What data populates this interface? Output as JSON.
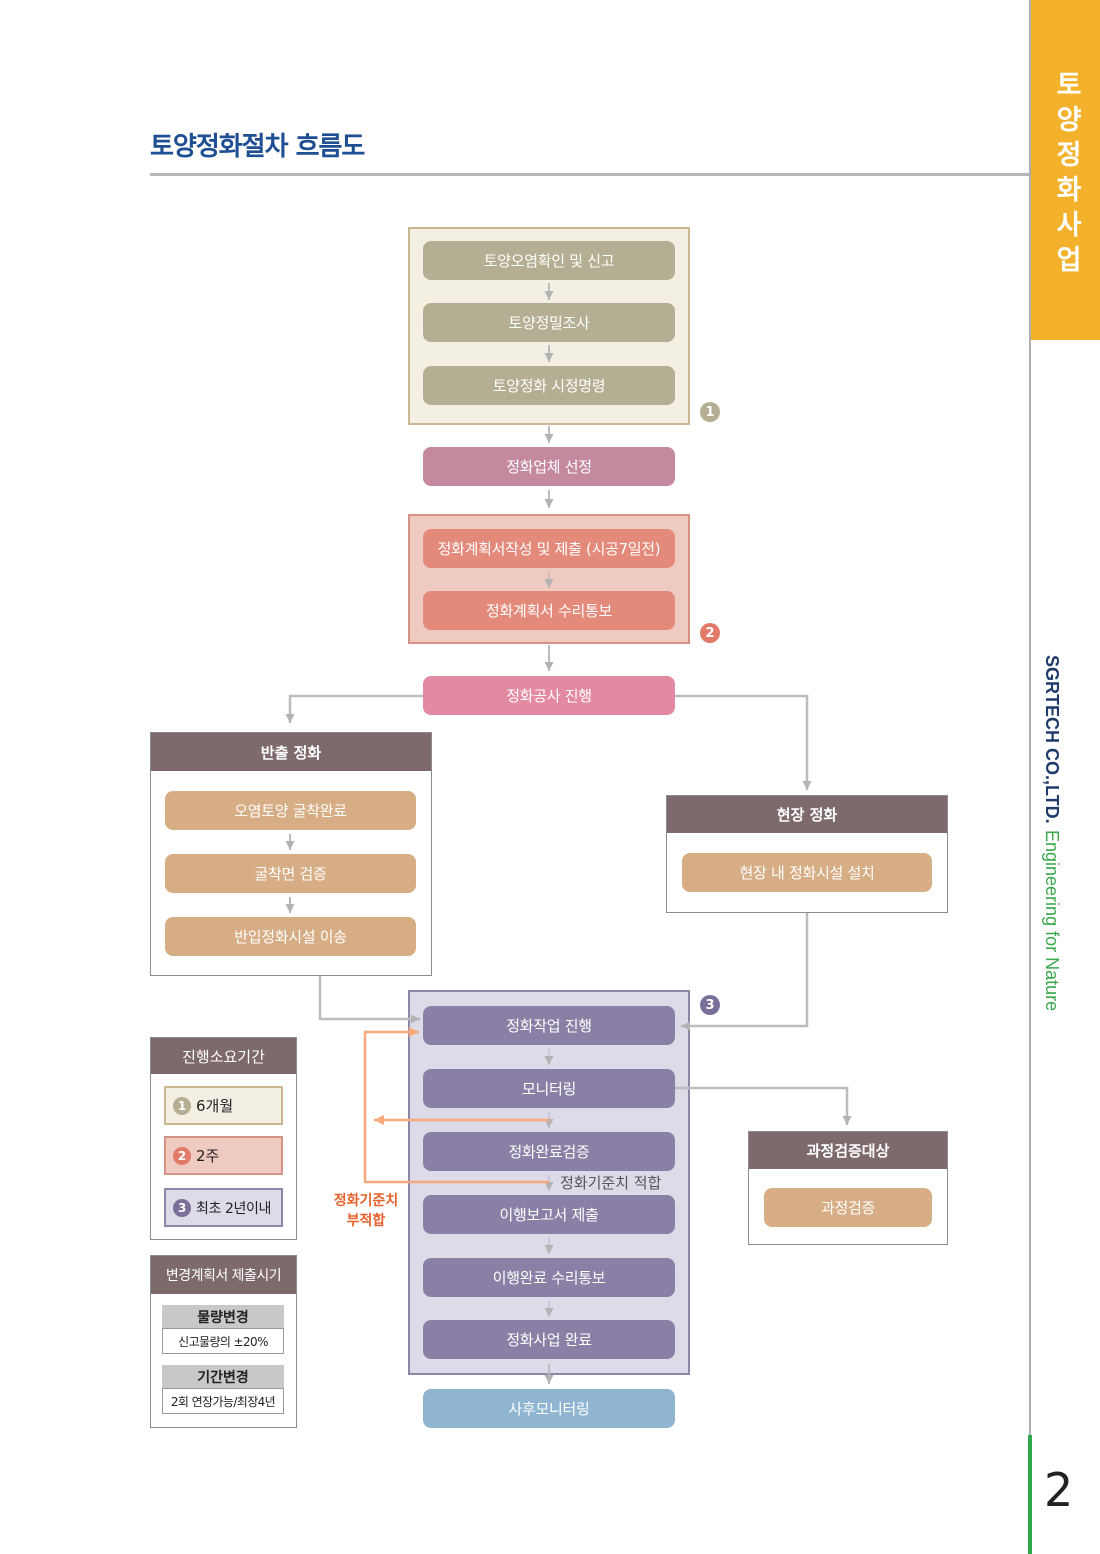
{
  "page": {
    "title": "토양정화절차 흐름도",
    "page_number": "2"
  },
  "sidebar": {
    "section_label": "토양정화사업",
    "company": "SGRTECH CO.,LTD.",
    "tagline": "Engineering for Nature"
  },
  "flow": {
    "stage1": {
      "badge": "1",
      "steps": [
        "토양오염확인 및 신고",
        "토양정밀조사",
        "토양정화 시정명령"
      ]
    },
    "contractor_selection": "정화업체 선정",
    "stage2": {
      "badge": "2",
      "steps": [
        "정화계획서작성 및 제출 (시공7일전)",
        "정화계획서 수리통보"
      ]
    },
    "construction": "정화공사 진행",
    "offsite": {
      "title": "반출 정화",
      "steps": [
        "오염토양 굴착완료",
        "굴착면 검증",
        "반입정화시설 이송"
      ]
    },
    "onsite": {
      "title": "현장 정화",
      "steps": [
        "현장 내 정화시설 설치"
      ]
    },
    "stage3": {
      "badge": "3",
      "steps": [
        "정화작업 진행",
        "모니터링",
        "정화완료검증",
        "이행보고서 제출",
        "이행완료 수리통보",
        "정화사업 완료"
      ]
    },
    "pass_label": "정화기준치 적합",
    "fail_label": [
      "정화기준치",
      "부적합"
    ],
    "aftercare": "사후모니터링",
    "process_verification": {
      "title": "과정검증대상",
      "steps": [
        "과정검증"
      ]
    }
  },
  "legend": {
    "duration": {
      "title": "진행소요기간",
      "items": [
        {
          "badge": "1",
          "label": "6개월"
        },
        {
          "badge": "2",
          "label": "2주"
        },
        {
          "badge": "3",
          "label": "최초 2년이내"
        }
      ]
    },
    "change_plan": {
      "title": "변경계획서 제출시기",
      "items": [
        {
          "label": "물량변경",
          "value": "신고물량의 ±20%"
        },
        {
          "label": "기간변경",
          "value": "2회 연장가능/최장4년"
        }
      ]
    }
  },
  "colors": {
    "title": "#1e4f93",
    "sidebar_accent": "#f4b22c",
    "company": "#1f3a6b",
    "tagline": "#3aa84c",
    "stage1": "#b4af92",
    "stage1_bg": "#f3efe3",
    "stage2": "#e38a7b",
    "stage2_bg": "#eecac1",
    "stage3": "#8a80a6",
    "stage3_bg": "#dddbe8",
    "contractor": "#c4889f",
    "construction": "#e28aa1",
    "branch_step": "#d6ad84",
    "header": "#7e6a6c",
    "aftercare": "#8fb5d0",
    "fail_path": "#f5a97c",
    "fail_label": "#e8602b"
  }
}
